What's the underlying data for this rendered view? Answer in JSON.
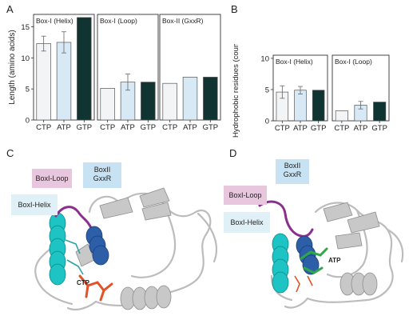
{
  "panels": {
    "a": "A",
    "b": "B",
    "c": "C",
    "d": "D"
  },
  "colors": {
    "ctp": "#f2f4f6",
    "atp": "#d8e9f6",
    "gtp": "#0f3431",
    "frame": "#333333",
    "helix_teal": "#1ec3c3",
    "loop_purple": "#8b2f8d",
    "gxxr_blue": "#2c5fa8",
    "ribbon_grey": "#bdbdbd",
    "ligand_orange": "#e0522a",
    "ligand_green": "#2fa84a"
  },
  "chart_data": [
    {
      "type": "bar",
      "panel": "A",
      "ylabel": "Length (amino acids)",
      "ylim": [
        0,
        17
      ],
      "yticks": [
        0,
        5,
        10,
        15
      ],
      "categories": [
        "CTP",
        "ATP",
        "GTP"
      ],
      "subpanels": [
        {
          "title": "Box-I (Helix)",
          "values": [
            12.3,
            12.5,
            16.5
          ],
          "errors": [
            1.2,
            1.7,
            0
          ]
        },
        {
          "title": "Box-I (Loop)",
          "values": [
            5.1,
            6.1,
            6.1
          ],
          "errors": [
            0,
            1.3,
            0
          ]
        },
        {
          "title": "Box-II (GxxR)",
          "values": [
            5.9,
            6.9,
            6.9
          ],
          "errors": [
            0,
            0,
            0
          ]
        }
      ]
    },
    {
      "type": "bar",
      "panel": "B",
      "ylabel": "Hydrophobic residues (count)",
      "ylim": [
        0,
        10.5
      ],
      "yticks": [
        0,
        5,
        10
      ],
      "categories": [
        "CTP",
        "ATP",
        "GTP"
      ],
      "subpanels": [
        {
          "title": "Box-I (Helix)",
          "values": [
            4.6,
            4.9,
            4.9
          ],
          "errors": [
            1.0,
            0.6,
            0
          ]
        },
        {
          "title": "Box-I (Loop)",
          "values": [
            1.6,
            2.5,
            3.0
          ],
          "errors": [
            0,
            0.6,
            0
          ]
        }
      ]
    }
  ],
  "structures": {
    "c": {
      "callouts": {
        "loop": "BoxI-Loop",
        "gxxr_1": "BoxII",
        "gxxr_2": "GxxR",
        "helix": "BoxI-Helix"
      },
      "ligand_label": "CTP"
    },
    "d": {
      "callouts": {
        "gxxr_1": "BoxII",
        "gxxr_2": "GxxR",
        "loop": "BoxI-Loop",
        "helix": "BoxI-Helix"
      },
      "ligand_label": "ATP"
    }
  }
}
